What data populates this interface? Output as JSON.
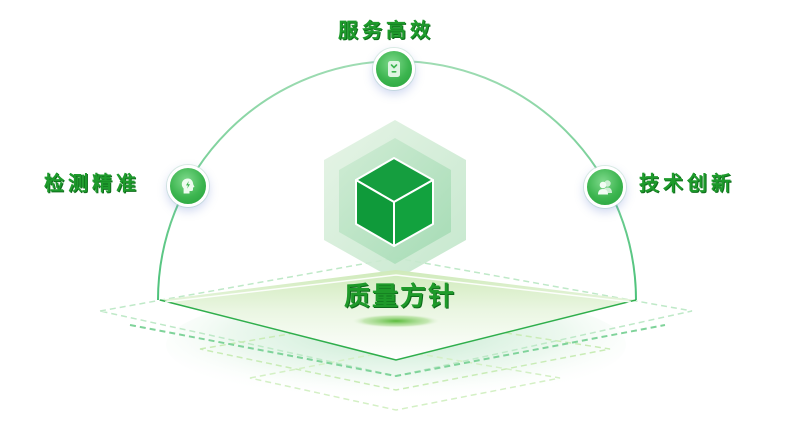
{
  "diagram": {
    "center": {
      "label": "质量方针",
      "icon": "cube-icon"
    },
    "nodes": [
      {
        "id": "top",
        "label": "服务高效",
        "icon": "clipboard-icon"
      },
      {
        "id": "left",
        "label": "检测精准",
        "icon": "head-lightning-icon"
      },
      {
        "id": "right",
        "label": "技术创新",
        "icon": "users-icon"
      }
    ]
  },
  "colors": {
    "primary_green": "#1e9b2c",
    "cube_green": "#0e9b3a",
    "arc_green": "#5fcf8a",
    "hex_light": "#d9efdc",
    "platform_light": "#e6f4dd"
  }
}
